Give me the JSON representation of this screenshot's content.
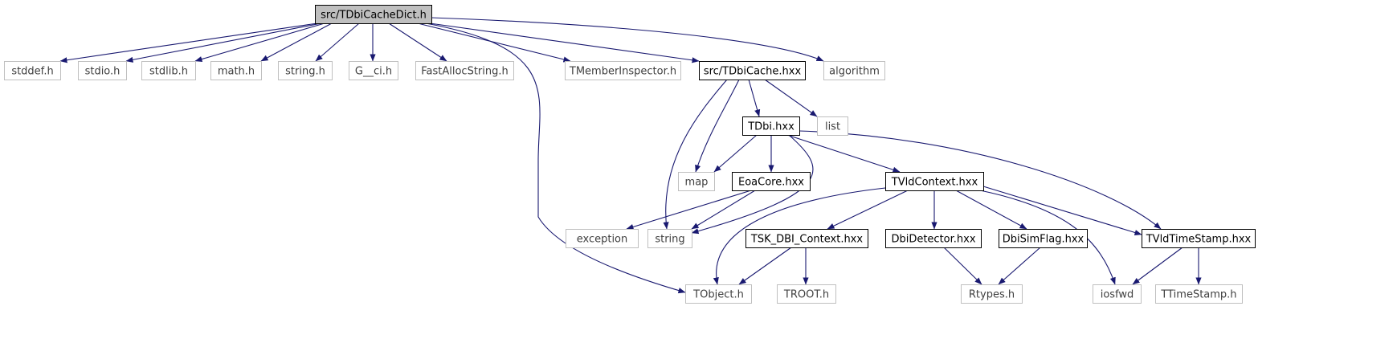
{
  "graph": {
    "colors": {
      "edge": "#191970",
      "root_fill": "#bfbfbf",
      "internal_border": "#000000",
      "external_border": "#bfbfbf",
      "internal_text": "#000000",
      "external_text": "#404040"
    },
    "nodes": [
      {
        "id": "root",
        "label": "src/TDbiCacheDict.h",
        "kind": "root"
      },
      {
        "id": "stddef",
        "label": "stddef.h",
        "kind": "external"
      },
      {
        "id": "stdio",
        "label": "stdio.h",
        "kind": "external"
      },
      {
        "id": "stdlib",
        "label": "stdlib.h",
        "kind": "external"
      },
      {
        "id": "math",
        "label": "math.h",
        "kind": "external"
      },
      {
        "id": "stringh",
        "label": "string.h",
        "kind": "external"
      },
      {
        "id": "gci",
        "label": "G__ci.h",
        "kind": "external"
      },
      {
        "id": "fastalloc",
        "label": "FastAllocString.h",
        "kind": "external"
      },
      {
        "id": "tmember",
        "label": "TMemberInspector.h",
        "kind": "external"
      },
      {
        "id": "tdbicache",
        "label": "src/TDbiCache.hxx",
        "kind": "internal"
      },
      {
        "id": "algorithm",
        "label": "algorithm",
        "kind": "external"
      },
      {
        "id": "tdbi",
        "label": "TDbi.hxx",
        "kind": "internal"
      },
      {
        "id": "list",
        "label": "list",
        "kind": "external"
      },
      {
        "id": "map",
        "label": "map",
        "kind": "external"
      },
      {
        "id": "eoacore",
        "label": "EoaCore.hxx",
        "kind": "internal"
      },
      {
        "id": "tvldcontext",
        "label": "TVldContext.hxx",
        "kind": "internal"
      },
      {
        "id": "exception",
        "label": "exception",
        "kind": "external"
      },
      {
        "id": "string",
        "label": "string",
        "kind": "external"
      },
      {
        "id": "tskdbi",
        "label": "TSK_DBI_Context.hxx",
        "kind": "internal"
      },
      {
        "id": "dbidetector",
        "label": "DbiDetector.hxx",
        "kind": "internal"
      },
      {
        "id": "dbisimflag",
        "label": "DbiSimFlag.hxx",
        "kind": "internal"
      },
      {
        "id": "tvldtimestamp",
        "label": "TVldTimeStamp.hxx",
        "kind": "internal"
      },
      {
        "id": "tobject",
        "label": "TObject.h",
        "kind": "external"
      },
      {
        "id": "troot",
        "label": "TROOT.h",
        "kind": "external"
      },
      {
        "id": "rtypes",
        "label": "Rtypes.h",
        "kind": "external"
      },
      {
        "id": "iosfwd",
        "label": "iosfwd",
        "kind": "external"
      },
      {
        "id": "ttimestamp",
        "label": "TTimeStamp.h",
        "kind": "external"
      }
    ],
    "edges": [
      {
        "from": "root",
        "to": "stddef"
      },
      {
        "from": "root",
        "to": "stdio"
      },
      {
        "from": "root",
        "to": "stdlib"
      },
      {
        "from": "root",
        "to": "math"
      },
      {
        "from": "root",
        "to": "stringh"
      },
      {
        "from": "root",
        "to": "gci"
      },
      {
        "from": "root",
        "to": "fastalloc"
      },
      {
        "from": "root",
        "to": "tmember"
      },
      {
        "from": "root",
        "to": "tdbicache"
      },
      {
        "from": "root",
        "to": "algorithm"
      },
      {
        "from": "root",
        "to": "tobject"
      },
      {
        "from": "tdbicache",
        "to": "tdbi"
      },
      {
        "from": "tdbicache",
        "to": "list"
      },
      {
        "from": "tdbicache",
        "to": "map"
      },
      {
        "from": "tdbicache",
        "to": "string"
      },
      {
        "from": "tdbi",
        "to": "map"
      },
      {
        "from": "tdbi",
        "to": "eoacore"
      },
      {
        "from": "tdbi",
        "to": "tvldcontext"
      },
      {
        "from": "tdbi",
        "to": "string"
      },
      {
        "from": "tdbi",
        "to": "tvldtimestamp"
      },
      {
        "from": "eoacore",
        "to": "exception"
      },
      {
        "from": "eoacore",
        "to": "string"
      },
      {
        "from": "tvldcontext",
        "to": "tobject"
      },
      {
        "from": "tvldcontext",
        "to": "tskdbi"
      },
      {
        "from": "tvldcontext",
        "to": "dbidetector"
      },
      {
        "from": "tvldcontext",
        "to": "dbisimflag"
      },
      {
        "from": "tvldcontext",
        "to": "tvldtimestamp"
      },
      {
        "from": "tvldcontext",
        "to": "iosfwd"
      },
      {
        "from": "tskdbi",
        "to": "tobject"
      },
      {
        "from": "tskdbi",
        "to": "troot"
      },
      {
        "from": "dbidetector",
        "to": "rtypes"
      },
      {
        "from": "dbisimflag",
        "to": "rtypes"
      },
      {
        "from": "tvldtimestamp",
        "to": "iosfwd"
      },
      {
        "from": "tvldtimestamp",
        "to": "ttimestamp"
      }
    ]
  }
}
